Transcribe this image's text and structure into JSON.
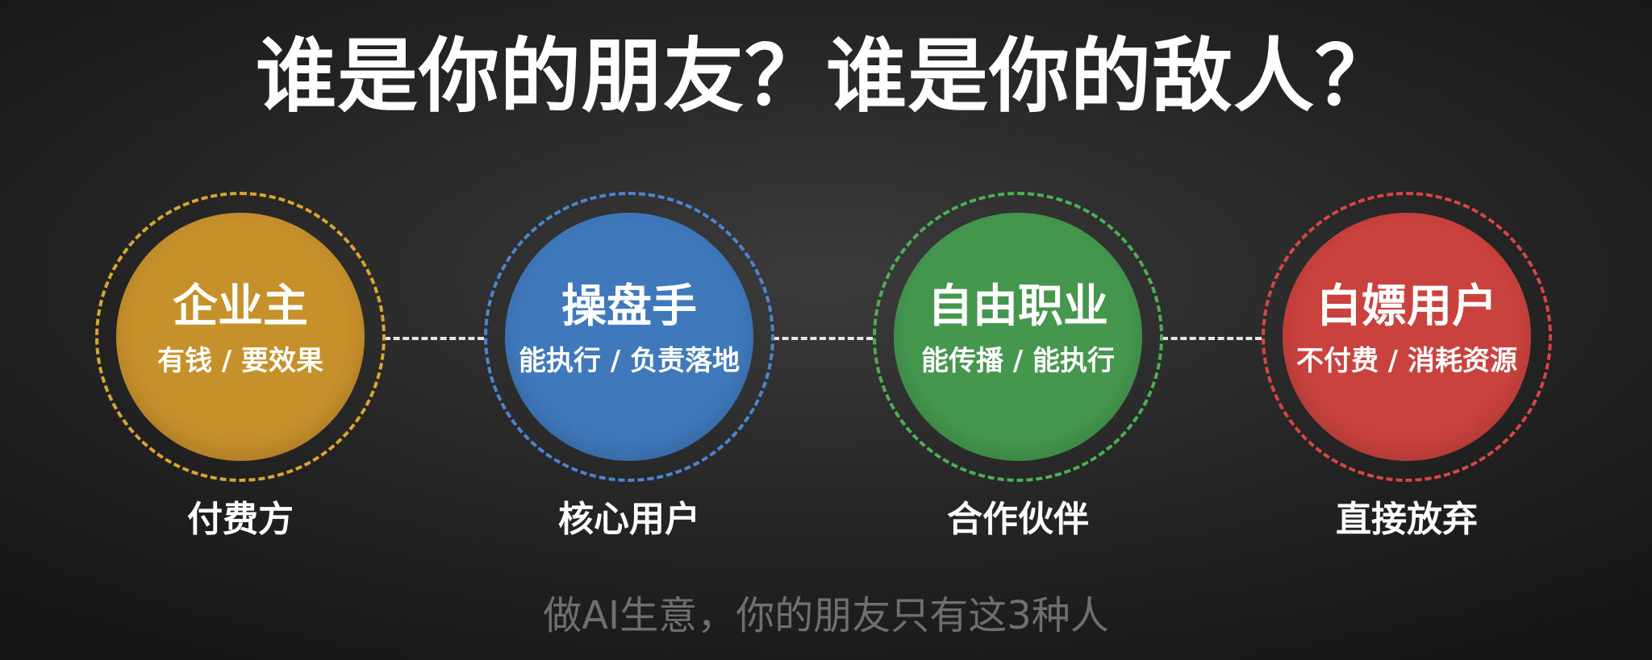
{
  "title": "谁是你的朋友？谁是你的敌人？",
  "nodes": [
    {
      "name": "企业主",
      "desc": "有钱 / 要效果",
      "role": "付费方",
      "color": "#c6902b",
      "ring_color": "#d9a431"
    },
    {
      "name": "操盘手",
      "desc": "能执行 / 负责落地",
      "role": "核心用户",
      "color": "#3f78bb",
      "ring_color": "#4a86cc"
    },
    {
      "name": "自由职业",
      "desc": "能传播 / 能执行",
      "role": "合作伙伴",
      "color": "#45974e",
      "ring_color": "#4caf50"
    },
    {
      "name": "白嫖用户",
      "desc": "不付费 / 消耗资源",
      "role": "直接放弃",
      "color": "#c9423e",
      "ring_color": "#d8463f"
    }
  ],
  "footer": "做AI生意，你的朋友只有这3种人"
}
